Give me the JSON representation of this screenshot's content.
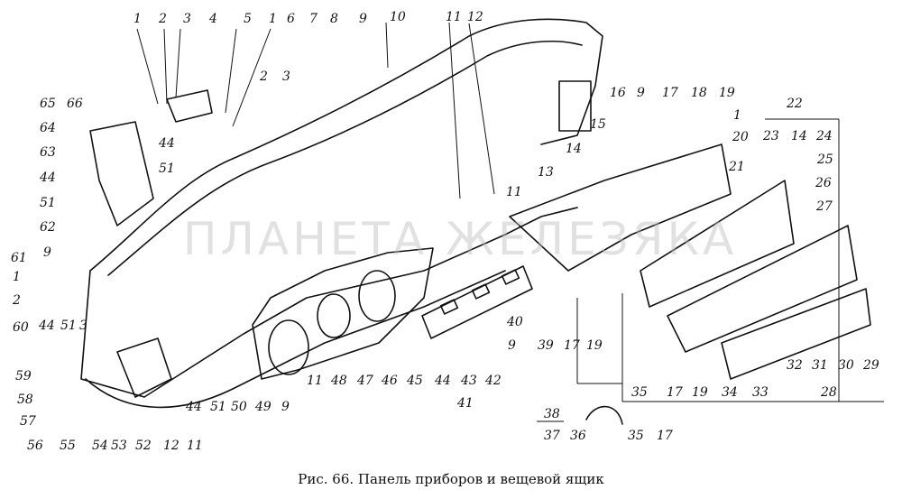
{
  "caption": "Рис. 66. Панель приборов и вещевой ящик",
  "watermark": "ПЛАНЕТА ЖЕЛЕЗЯКА",
  "callouts": [
    "1",
    "2",
    "3",
    "4",
    "5",
    "1",
    "6",
    "7",
    "8",
    "9",
    "10",
    "11",
    "12",
    "65",
    "66",
    "64",
    "63",
    "44",
    "51",
    "62",
    "9",
    "44",
    "51",
    "2",
    "3",
    "16",
    "9",
    "17",
    "18",
    "19",
    "1",
    "20",
    "21",
    "15",
    "14",
    "13",
    "11",
    "22",
    "23",
    "14",
    "24",
    "25",
    "26",
    "27",
    "61",
    "1",
    "2",
    "44",
    "51",
    "3",
    "60",
    "59",
    "58",
    "57",
    "56",
    "55",
    "54",
    "53",
    "52",
    "12",
    "11",
    "44",
    "51",
    "50",
    "49",
    "9",
    "11",
    "48",
    "47",
    "46",
    "45",
    "44",
    "43",
    "42",
    "41",
    "40",
    "39",
    "9",
    "17",
    "19",
    "35",
    "17",
    "19",
    "34",
    "33",
    "28",
    "32",
    "31",
    "30",
    "29",
    "38",
    "37",
    "36",
    "35",
    "17"
  ],
  "colors": {
    "ink": "#111111",
    "paper": "#ffffff",
    "watermark": "#bdbdbd"
  }
}
